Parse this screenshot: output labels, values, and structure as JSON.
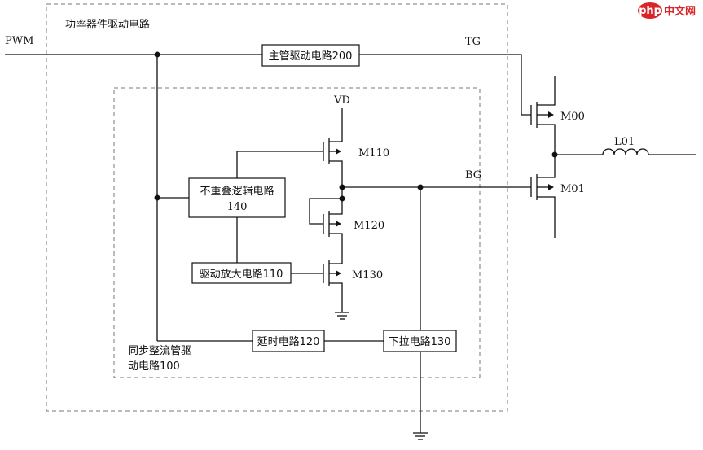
{
  "outer_block": {
    "title": "功率器件驱动电路"
  },
  "inner_block": {
    "title_line1": "同步整流管驱",
    "title_line2": "动电路100"
  },
  "signals": {
    "pwm": "PWM",
    "tg": "TG",
    "bg": "BG",
    "vd": "VD",
    "inductor": "L01"
  },
  "blocks": {
    "main_driver": "主管驱动电路200",
    "non_overlap_line1": "不重叠逻辑电路",
    "non_overlap_line2": "140",
    "amp": "驱动放大电路110",
    "delay": "延时电路120",
    "pulldown": "下拉电路130"
  },
  "transistors": {
    "m00": "M00",
    "m01": "M01",
    "m110": "M110",
    "m120": "M120",
    "m130": "M130"
  },
  "watermark": {
    "php": "php",
    "site": "中文网"
  },
  "colors": {
    "wire": "#111111",
    "dashed_border": "#777777",
    "watermark_red": "#d9252a"
  }
}
